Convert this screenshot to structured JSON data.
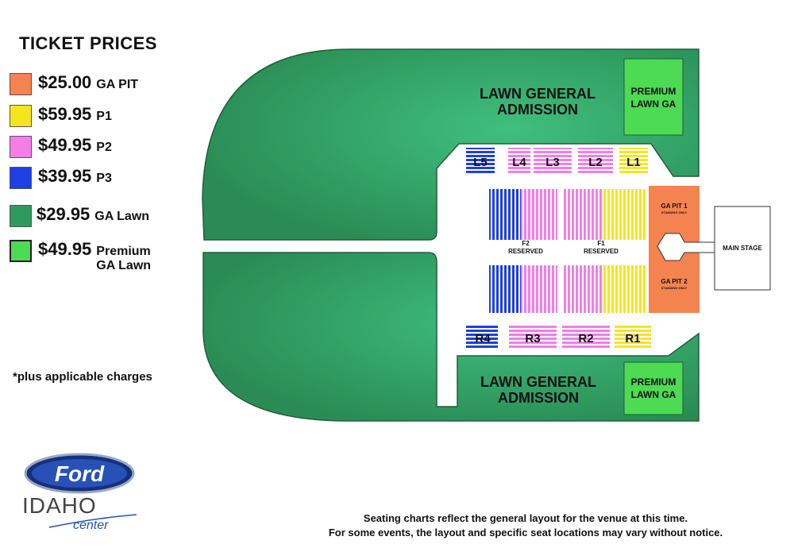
{
  "legend": {
    "title": "TICKET PRICES",
    "items": [
      {
        "price": "$25.00",
        "label": "GA PIT",
        "color": "#f4834f"
      },
      {
        "price": "$59.95",
        "label": "P1",
        "color": "#f5e61b"
      },
      {
        "price": "$49.95",
        "label": "P2",
        "color": "#f47de8"
      },
      {
        "price": "$39.95",
        "label": "P3",
        "color": "#1e3fe6"
      },
      {
        "price": "$29.95",
        "label": "GA Lawn",
        "color": "#2e9a5e"
      },
      {
        "price": "$49.95",
        "label_line1": "Premium",
        "label_line2": "GA Lawn",
        "color": "#4cdb52"
      }
    ],
    "note": "*plus applicable charges"
  },
  "map": {
    "lawn_top": {
      "line1": "LAWN GENERAL",
      "line2": "ADMISSION"
    },
    "lawn_bottom": {
      "line1": "LAWN GENERAL",
      "line2": "ADMISSION"
    },
    "premium_top": {
      "line1": "PREMIUM",
      "line2": "LAWN GA"
    },
    "premium_bottom": {
      "line1": "PREMIUM",
      "line2": "LAWN GA"
    },
    "left_sections": [
      "L5",
      "L4",
      "L3",
      "L2",
      "L1"
    ],
    "right_sections": [
      "R4",
      "R3",
      "R2",
      "R1"
    ],
    "floor_f2": {
      "line1": "F2",
      "line2": "RESERVED"
    },
    "floor_f1": {
      "line1": "F1",
      "line2": "RESERVED"
    },
    "ga_pit_1": {
      "label": "GA PIT 1",
      "sub": "STANDING ONLY"
    },
    "ga_pit_2": {
      "label": "GA PIT 2",
      "sub": "STANDING ONLY"
    },
    "stage": "MAIN STAGE"
  },
  "logo": {
    "brand": "Ford",
    "name": "IDAHO",
    "sub": "center"
  },
  "disclaimer": {
    "line1": "Seating charts reflect the general layout for the venue at this time.",
    "line2": "For some events, the layout and specific seat locations may vary without notice."
  }
}
